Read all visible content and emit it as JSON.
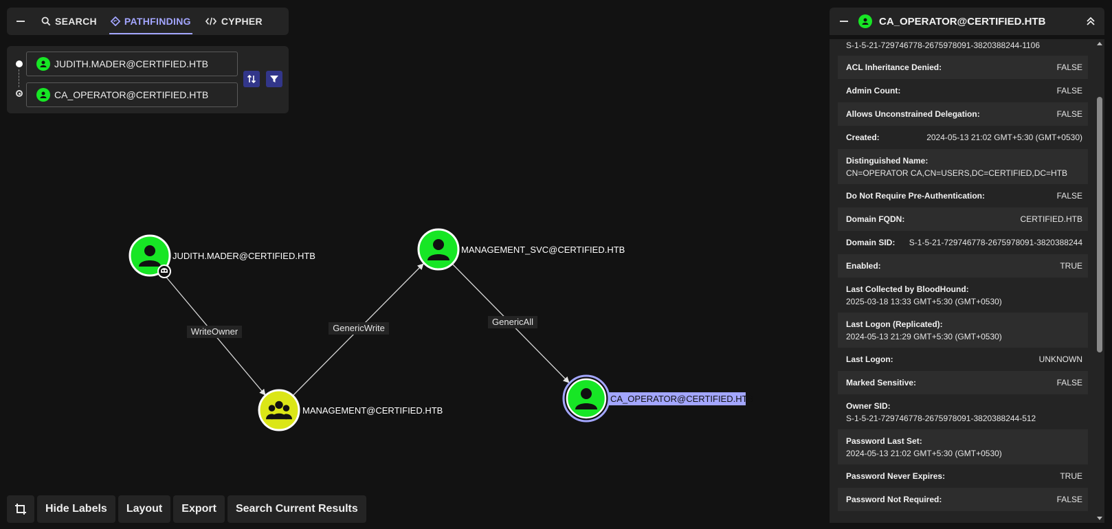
{
  "tabs": {
    "search_label": "SEARCH",
    "pathfinding_label": "PATHFINDING",
    "cypher_label": "CYPHER"
  },
  "pathfinding": {
    "start_value": "JUDITH.MADER@CERTIFIED.HTB",
    "end_value": "CA_OPERATOR@CERTIFIED.HTB"
  },
  "graph": {
    "nodes": [
      {
        "id": "judith",
        "label": "JUDITH.MADER@CERTIFIED.HTB",
        "kind": "user",
        "color": "#17e625",
        "owned": true
      },
      {
        "id": "management",
        "label": "MANAGEMENT@CERTIFIED.HTB",
        "kind": "group",
        "color": "#dbe617"
      },
      {
        "id": "svc",
        "label": "MANAGEMENT_SVC@CERTIFIED.HTB",
        "kind": "user",
        "color": "#17e625"
      },
      {
        "id": "ca",
        "label": "CA_OPERATOR@CERTIFIED.HTB",
        "kind": "user",
        "color": "#17e625",
        "selected": true
      }
    ],
    "edges": [
      {
        "from": "judith",
        "to": "management",
        "label": "WriteOwner"
      },
      {
        "from": "management",
        "to": "svc",
        "label": "GenericWrite"
      },
      {
        "from": "svc",
        "to": "ca",
        "label": "GenericAll"
      }
    ]
  },
  "toolbar": {
    "hide_labels": "Hide Labels",
    "layout": "Layout",
    "export": "Export",
    "search_results": "Search Current Results"
  },
  "entity": {
    "title": "CA_OPERATOR@CERTIFIED.HTB",
    "sid_tail": "S-1-5-21-729746778-2675978091-3820388244-1106",
    "properties": [
      {
        "key": "ACL Inheritance Denied:",
        "value": "FALSE",
        "layout": "single"
      },
      {
        "key": "Admin Count:",
        "value": "FALSE",
        "layout": "single"
      },
      {
        "key": "Allows Unconstrained Delegation:",
        "value": "FALSE",
        "layout": "single"
      },
      {
        "key": "Created:",
        "value": "2024-05-13 21:02 GMT+5:30 (GMT+0530)",
        "layout": "single"
      },
      {
        "key": "Distinguished Name:",
        "value": "CN=OPERATOR CA,CN=USERS,DC=CERTIFIED,DC=HTB",
        "layout": "double"
      },
      {
        "key": "Do Not Require Pre-Authentication:",
        "value": "FALSE",
        "layout": "single"
      },
      {
        "key": "Domain FQDN:",
        "value": "CERTIFIED.HTB",
        "layout": "single"
      },
      {
        "key": "Domain SID:",
        "value": "S-1-5-21-729746778-2675978091-3820388244",
        "layout": "single"
      },
      {
        "key": "Enabled:",
        "value": "TRUE",
        "layout": "single"
      },
      {
        "key": "Last Collected by BloodHound:",
        "value": "2025-03-18 13:33 GMT+5:30 (GMT+0530)",
        "layout": "double"
      },
      {
        "key": "Last Logon (Replicated):",
        "value": "2024-05-13 21:29 GMT+5:30 (GMT+0530)",
        "layout": "double"
      },
      {
        "key": "Last Logon:",
        "value": "UNKNOWN",
        "layout": "single"
      },
      {
        "key": "Marked Sensitive:",
        "value": "FALSE",
        "layout": "single"
      },
      {
        "key": "Owner SID:",
        "value": "S-1-5-21-729746778-2675978091-3820388244-512",
        "layout": "double"
      },
      {
        "key": "Password Last Set:",
        "value": "2024-05-13 21:02 GMT+5:30 (GMT+0530)",
        "layout": "double"
      },
      {
        "key": "Password Never Expires:",
        "value": "TRUE",
        "layout": "single"
      },
      {
        "key": "Password Not Required:",
        "value": "FALSE",
        "layout": "single"
      }
    ]
  },
  "colors": {
    "accent": "#a3a6ff",
    "user_node": "#17e625",
    "group_node": "#dbe617",
    "selected_ring": "#a3a6ff",
    "button_bg": "#32368a"
  }
}
